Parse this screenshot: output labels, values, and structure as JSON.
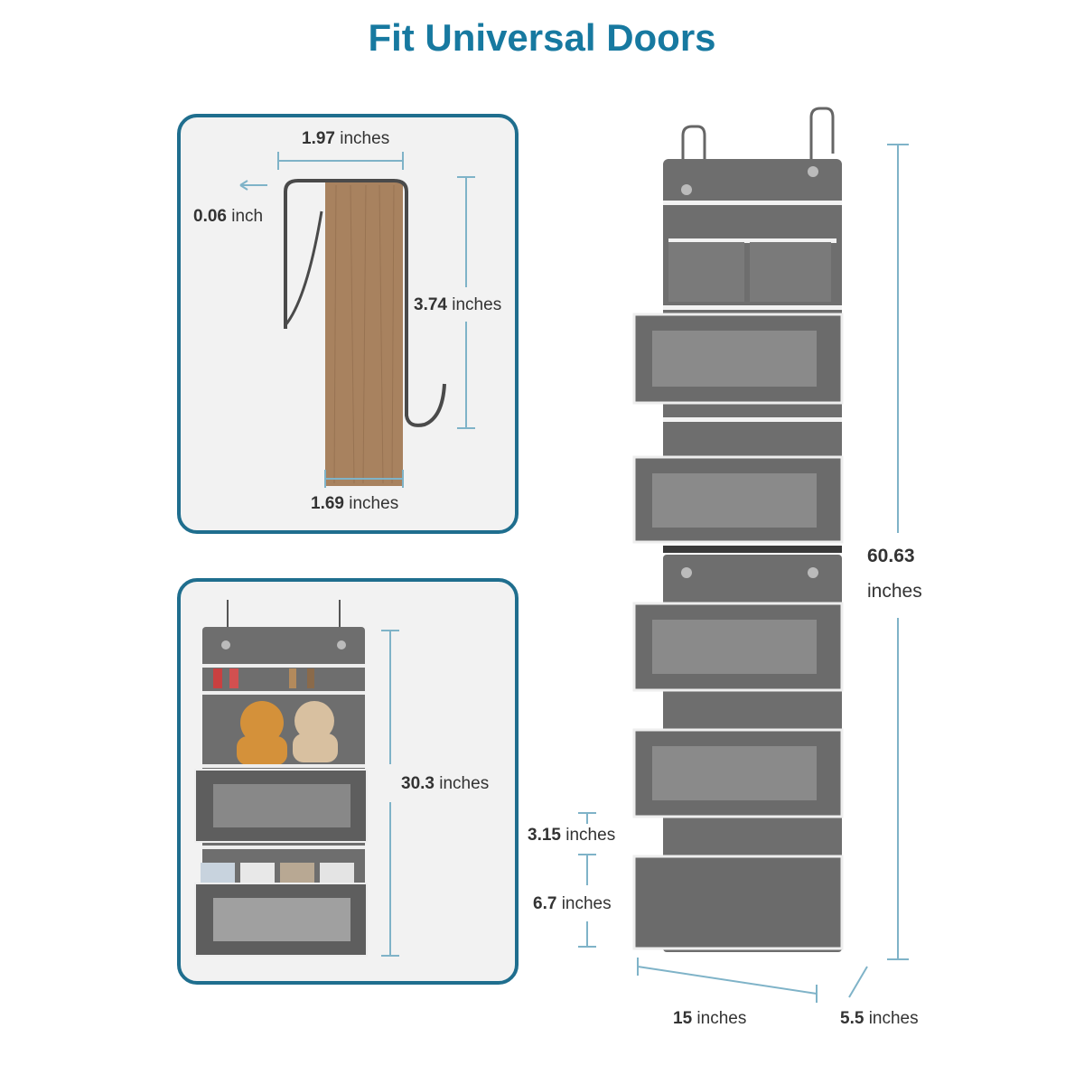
{
  "title": "Fit Universal Doors",
  "hook_panel": {
    "hook_width": {
      "value": "1.97",
      "unit": "inches"
    },
    "gap": {
      "value": "0.06",
      "unit": "inch"
    },
    "hook_height": {
      "value": "3.74",
      "unit": "inches"
    },
    "door_thickness": {
      "value": "1.69",
      "unit": "inches"
    }
  },
  "small_panel": {
    "height": {
      "value": "30.3",
      "unit": "inches"
    }
  },
  "organizer": {
    "total_height": {
      "value": "60.63",
      "unit": "inches"
    },
    "pocket_gap": {
      "value": "3.15",
      "unit": "inches"
    },
    "pocket_height": {
      "value": "6.7",
      "unit": "inches"
    },
    "width": {
      "value": "15",
      "unit": "inches"
    },
    "depth": {
      "value": "5.5",
      "unit": "inches"
    }
  },
  "colors": {
    "accent": "#1779a0",
    "panel_border": "#1f6e8e",
    "fabric": "#6e6e6e",
    "wood": "#a8825f",
    "dimension_line": "#7fb3c8"
  }
}
